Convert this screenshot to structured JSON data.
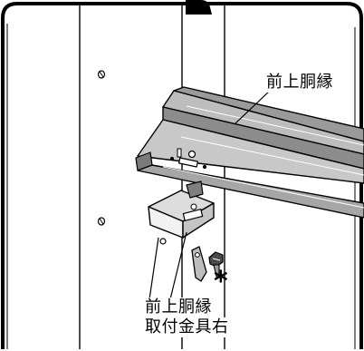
{
  "labels": {
    "rail": "前上胴縁",
    "bracket_line1": "前上胴縁",
    "bracket_line2": "取付金具右",
    "marker": "*"
  }
}
